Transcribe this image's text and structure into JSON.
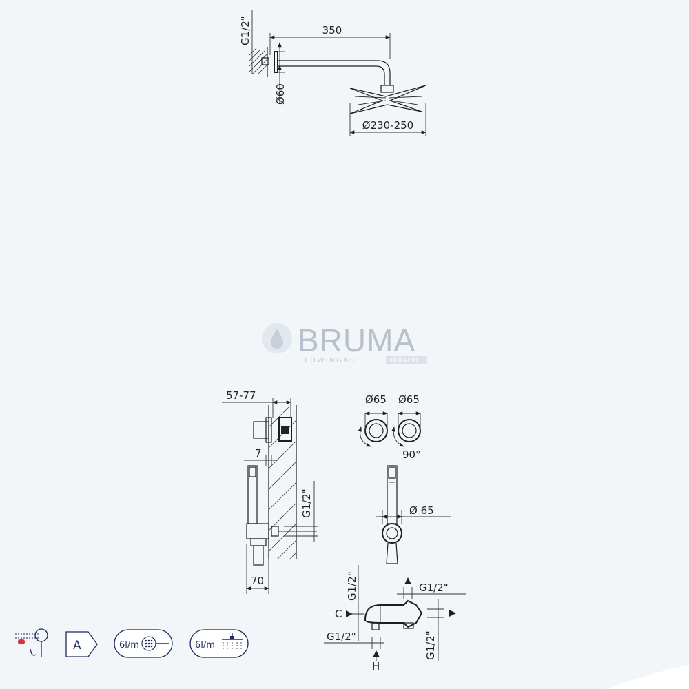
{
  "brand": {
    "name": "BRUMA",
    "tagline": "FLOWINGART",
    "region": "UKRAINE",
    "color": "#b9c2cc"
  },
  "shower_head_diagram": {
    "thread_label": "G1/2\"",
    "arm_length_label": "350",
    "flange_label": "Ø60",
    "head_diameter_label": "Ø230-250"
  },
  "wall_outlet_diagram": {
    "depth_label": "57-77",
    "offset_label": "7",
    "thread_label": "G1/2\"",
    "width_label": "70"
  },
  "handles_diagram": {
    "left_diameter_label": "Ø65",
    "right_diameter_label": "Ø65",
    "rotation_label": "90°"
  },
  "front_view_diagram": {
    "diameter_label": "Ø 65"
  },
  "mixer_body_diagram": {
    "thread_top_label": "G1/2\"",
    "thread_left_label": "G1/2\"",
    "thread_bottom_left_label": "G1/2\"",
    "thread_right_label": "G1/2\"",
    "c_label": "C",
    "h_label": "H"
  },
  "badges": {
    "energy_class": "A",
    "flow_handshower": "6l/m",
    "flow_headshower": "6l/m",
    "accent_color": "#1a2a5e",
    "icon_red": "#d9323a"
  }
}
